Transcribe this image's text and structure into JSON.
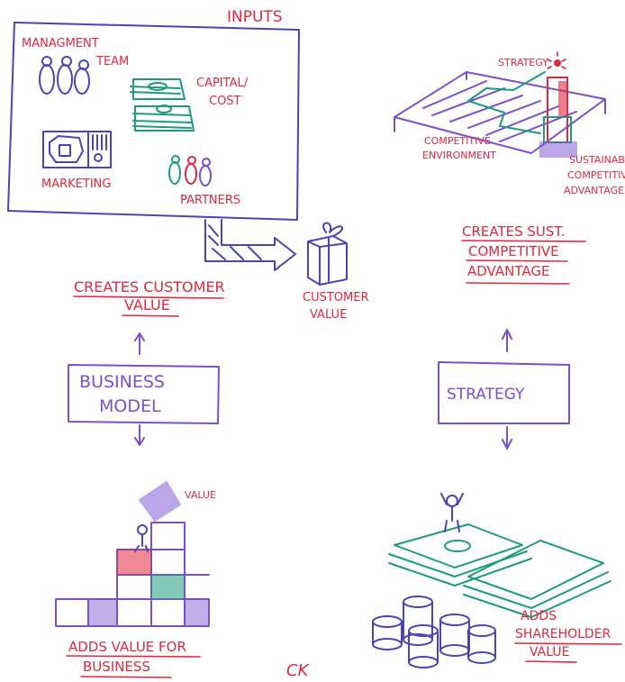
{
  "inputs": {
    "title": "INPUTS",
    "management_label_1": "MANAGMENT",
    "management_label_2": "TEAM",
    "capital_label_1": "CAPITAL/",
    "capital_label_2": "COST",
    "marketing_label": "MARKETING",
    "partners_label": "PARTNERS"
  },
  "customer_value": {
    "label_1": "CUSTOMER",
    "label_2": "VALUE"
  },
  "creates_customer_value": {
    "line_1": "CREATES CUSTOMER",
    "line_2": "VALUE"
  },
  "business_model": {
    "line_1": "BUSINESS",
    "line_2": "MODEL"
  },
  "strategy_box": {
    "label": "STRATEGY"
  },
  "maze": {
    "strategy_label": "STRATEGY",
    "environment_label_1": "COMPETITIVE",
    "environment_label_2": "ENVIRONMENT",
    "advantage_label_1": "SUSTAINABL",
    "advantage_label_2": "COMPETITIV",
    "advantage_label_3": "ADVANTAGE"
  },
  "creates_sust": {
    "line_1": "CREATES SUST.",
    "line_2": "COMPETITIVE",
    "line_3": "ADVANTAGE"
  },
  "blocks": {
    "value_label": "VALUE",
    "caption_1": "ADDS VALUE FOR",
    "caption_2": "BUSINESS"
  },
  "shareholder": {
    "line_1": "ADDS",
    "line_2": "SHAREHOLDER",
    "line_3": "VALUE"
  },
  "signature": "CK",
  "colors": {
    "red": "#e0283f",
    "blue": "#4a44b5",
    "purple": "#7a4fd0",
    "green": "#1c9c7e"
  }
}
